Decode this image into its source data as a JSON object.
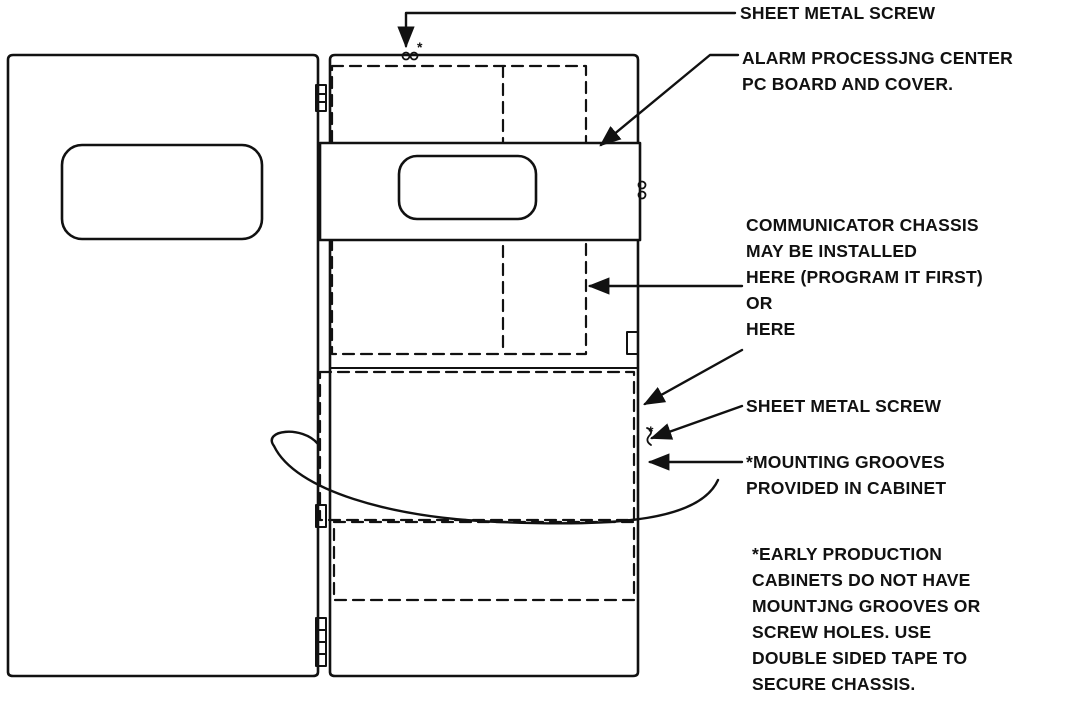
{
  "labels": {
    "sheet_metal_screw_top": "SHEET METAL SCREW",
    "alarm_processing": [
      "ALARM PROCESSJNG CENTER",
      "PC BOARD AND COVER."
    ],
    "communicator": [
      "COMMUNICATOR CHASSIS",
      "MAY BE INSTALLED",
      "HERE (PROGRAM IT FIRST)",
      "OR",
      "HERE"
    ],
    "sheet_metal_screw_side": "SHEET METAL SCREW",
    "mounting_grooves": [
      "*MOUNTING GROOVES",
      "PROVIDED IN CABINET"
    ],
    "early_production_note": [
      "*EARLY PRODUCTION",
      "CABINETS DO NOT HAVE",
      "MOUNTJNG GROOVES OR",
      "SCREW HOLES. USE",
      "DOUBLE SIDED TAPE TO",
      "SECURE CHASSIS."
    ]
  },
  "colors": {
    "ink": "#111111",
    "paper": "#ffffff"
  }
}
